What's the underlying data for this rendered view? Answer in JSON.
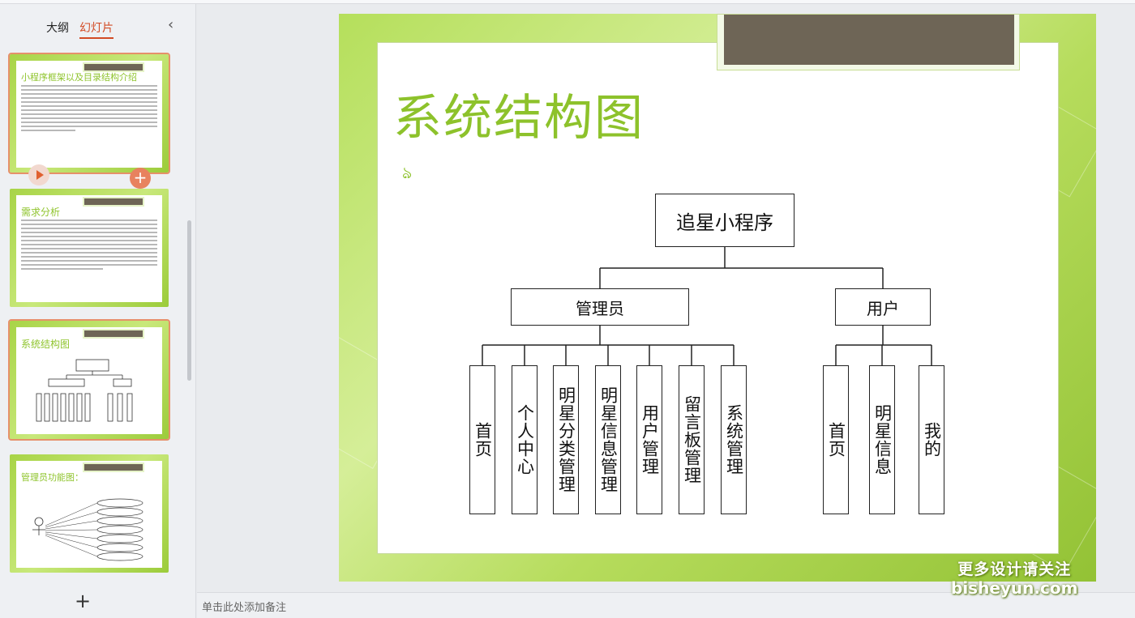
{
  "panel": {
    "tabs": [
      "大纲",
      "幻灯片"
    ],
    "active_tab": "幻灯片",
    "collapse_icon": "chevron-left-icon",
    "add_slide_label": "+",
    "thumbnails": [
      {
        "title": "小程序框架以及目录结构介绍"
      },
      {
        "title": "需求分析"
      },
      {
        "title": "系统结构图"
      },
      {
        "title": "管理员功能图："
      }
    ]
  },
  "slide": {
    "title": "系统结构图",
    "ornament": "ঌ",
    "chart": {
      "root": "追星小程序",
      "branches": [
        {
          "label": "管理员",
          "children": [
            "首页",
            "个人中心",
            "明星分类管理",
            "明星信息管理",
            "用户管理",
            "留言板管理",
            "系统管理"
          ]
        },
        {
          "label": "用户",
          "children": [
            "首页",
            "明星信息",
            "我的"
          ]
        }
      ]
    }
  },
  "notes": {
    "placeholder": "单击此处添加备注"
  },
  "watermark": {
    "line1": "更多设计请关注",
    "line2": "bisheyun.com"
  },
  "colors": {
    "accent": "#d24b25",
    "slide_green": "#8dc22b",
    "header_bar": "#6e6556"
  }
}
